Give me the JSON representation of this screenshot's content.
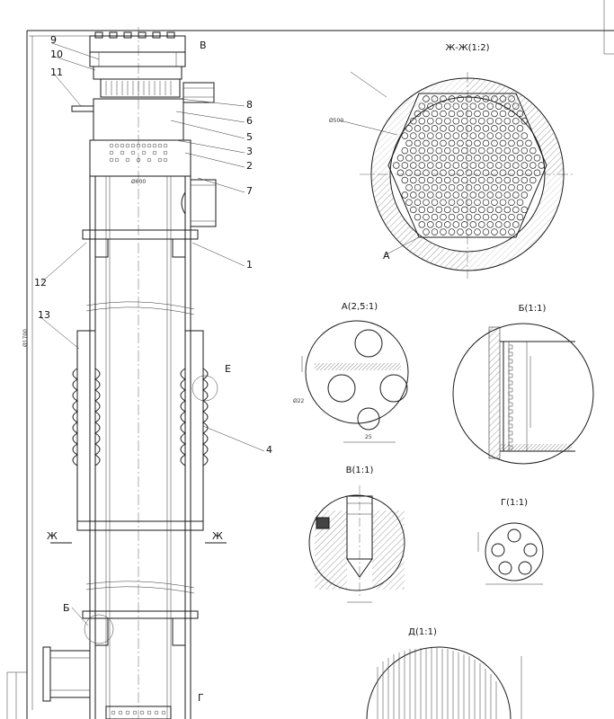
{
  "sections": {
    "zh": "Ж-Ж(1:2)",
    "a": "А(2,5:1)",
    "b": "Б(1:1)",
    "v_detail": "В(1:1)",
    "g": "Г(1:1)",
    "d": "Д(1:1)"
  },
  "view_letters": {
    "v": "В",
    "e": "Е",
    "b": "Б",
    "g": "Г",
    "zh_left": "Ж",
    "zh_right": "Ж",
    "a": "А"
  },
  "callouts": {
    "c9": "9",
    "c10": "10",
    "c11": "11",
    "c8": "8",
    "c6": "6",
    "c5": "5",
    "c3": "3",
    "c2": "2",
    "c7": "7",
    "c1": "1",
    "c12": "12",
    "c13": "13",
    "c4": "4"
  },
  "dims": {
    "d600": "Ø600",
    "d1700": "Ø1700",
    "d500": "Ø500",
    "d25": "25",
    "d22": "Ø22"
  }
}
